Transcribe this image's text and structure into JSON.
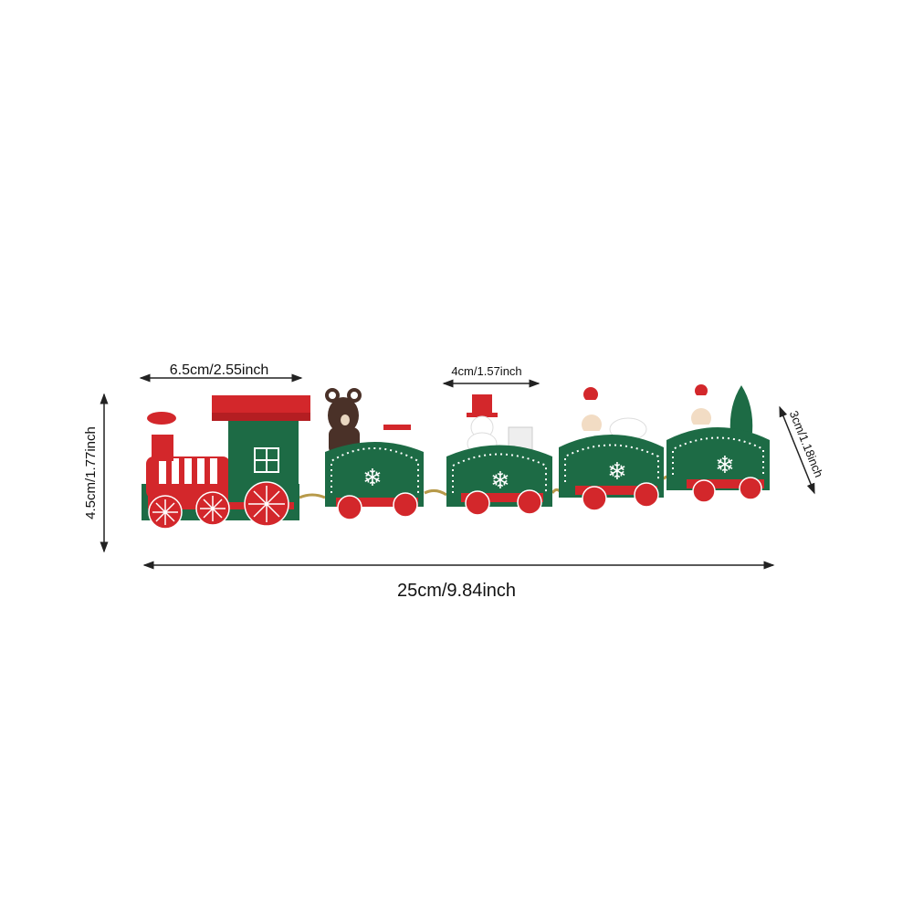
{
  "dimensions": {
    "locomotive_length": "6.5cm/2.55inch",
    "car_length": "4cm/1.57inch",
    "height": "4.5cm/1.77inch",
    "car_width": "3cm/1.18inch",
    "total_length": "25cm/9.84inch"
  },
  "colors": {
    "red": "#d3272b",
    "green": "#1d6b45",
    "white": "#ffffff",
    "brown": "#4a3128",
    "arrow": "#222222"
  }
}
